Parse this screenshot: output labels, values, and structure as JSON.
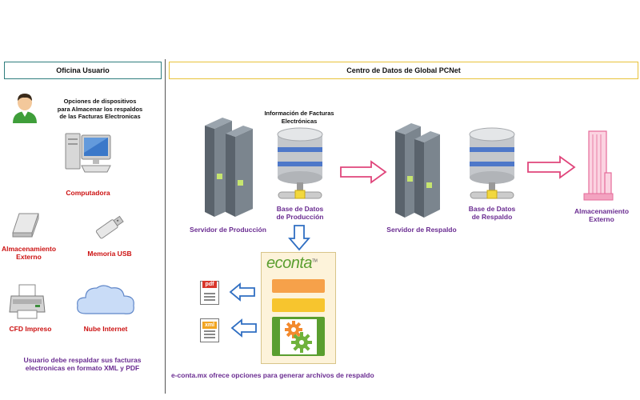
{
  "left_panel": {
    "header": "Oficina Usuario",
    "intro": "Opciones de dispositivos\npara Almacenar los respaldos\nde las Facturas Electronicas",
    "devices": {
      "computer": "Computadora",
      "external_storage": "Almacenamiento\nExterno",
      "usb": "Memoria USB",
      "printer": "CFD Impreso",
      "cloud": "Nube Internet"
    },
    "footer_note": "Usuario debe respaldar sus facturas\nelectronicas en formato XML y PDF"
  },
  "right_panel": {
    "header": "Centro de Datos de Global PCNet",
    "invoice_info": "Información de Facturas\nElectrónicas",
    "production_server": "Servidor de Producción",
    "production_db": "Base de Datos\nde Producción",
    "backup_server": "Servidor de Respaldo",
    "backup_db": "Base de Datos\nde Respaldo",
    "external_storage": "Almacenamiento\nExterno",
    "econta_logo": "econta",
    "econta_tm": "TM",
    "pdf_label": "pdf",
    "xml_label": "xml",
    "footer_note": "e-conta.mx ofrece opciones para generar archivos de respaldo"
  },
  "colors": {
    "left_border": "#2f7d7d",
    "right_border": "#e8c33a",
    "red_text": "#cc1111",
    "purple_text": "#6a2c91",
    "pink_arrow": "#e0457b",
    "blue_arrow": "#2f6ec2",
    "econta_green": "#5a9e2f",
    "econta_orange": "#f6a14a",
    "econta_yellow": "#f7c52e"
  }
}
